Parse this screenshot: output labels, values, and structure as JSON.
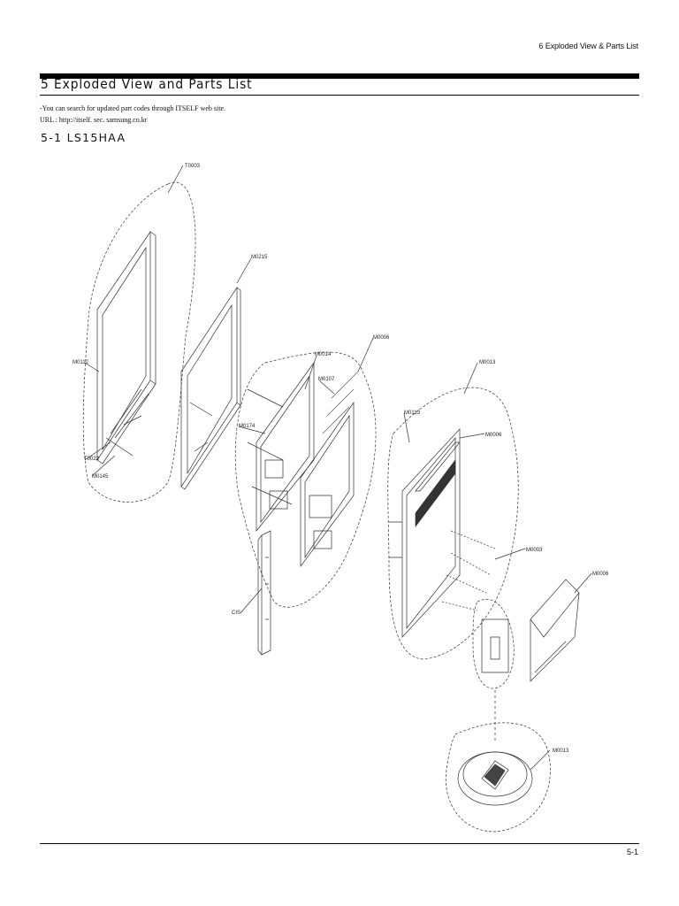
{
  "header": {
    "running_head": "6 Exploded View & Parts List"
  },
  "title": "5 Exploded View and Parts List",
  "notes": {
    "line1": "-You can search for updated part codes through ITSELF web site.",
    "line2": " URL :  http://itself. sec. samsung.co.kr"
  },
  "section_title": "5-1 LS15HAA",
  "callouts": {
    "t0003": "T0003",
    "m0215": "M0215",
    "m0112": "M0112",
    "t0022": "T0022",
    "m0145": "M0145",
    "m0006_top": "M0006",
    "m0014": "M0014",
    "m0107": "M0107",
    "m0174": "M0174",
    "cis": "CIS",
    "m0013_top": "M0013",
    "m0113": "M0113",
    "m0006_right": "M0006",
    "m0003": "M0003",
    "m0006_stand": "M0006",
    "m0013_base": "M0013"
  },
  "footer": {
    "page_number": "5-1"
  }
}
